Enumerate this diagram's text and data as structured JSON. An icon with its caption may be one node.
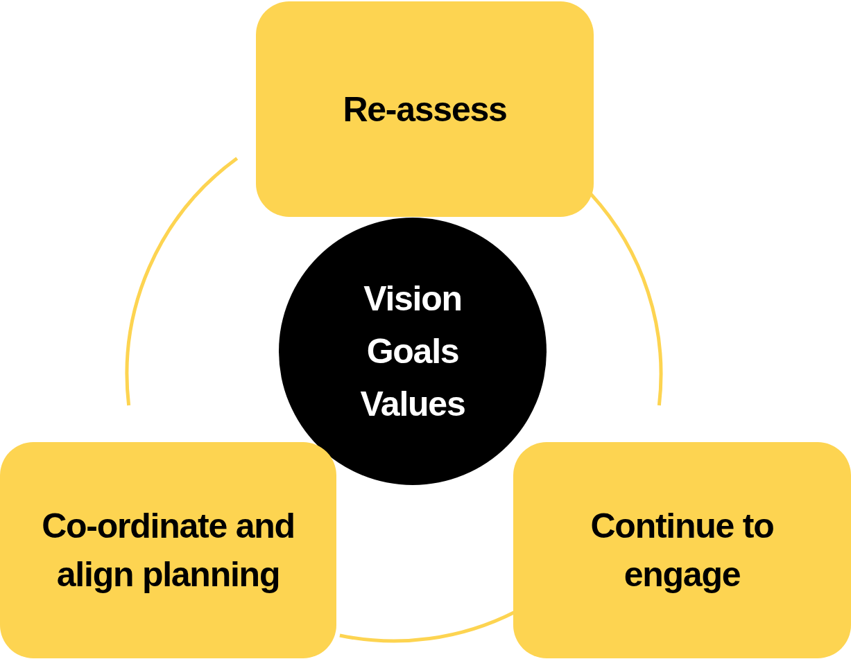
{
  "diagram": {
    "nodes": [
      {
        "text": [
          "Re-assess"
        ]
      },
      {
        "text": [
          "Vision",
          "Goals",
          "Values"
        ]
      },
      {
        "text": [
          "Co-ordinate and align planning"
        ]
      },
      {
        "text": [
          "Continue to engage"
        ]
      }
    ],
    "edges": [
      {
        "from": 0,
        "to": 3,
        "arrow": "none"
      },
      {
        "from": 3,
        "to": 2,
        "arrow": "none"
      },
      {
        "from": 2,
        "to": 0,
        "arrow": "none"
      }
    ]
  }
}
